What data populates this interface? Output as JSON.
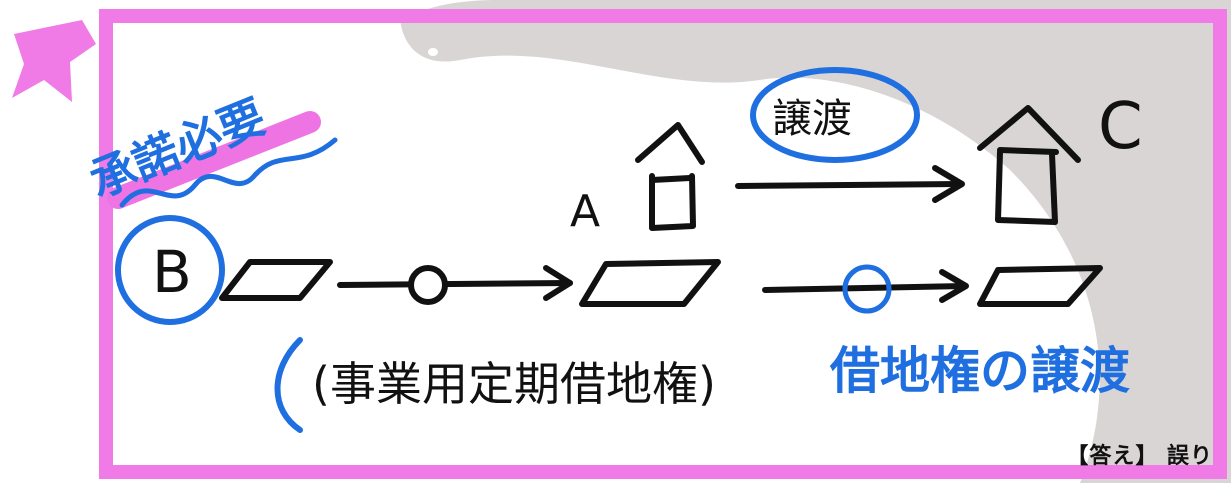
{
  "colors": {
    "frame": "#f07ae6",
    "frame_inner_highlight": "#e070e0",
    "ink": "#111111",
    "blue_ink": "#1f6fe0",
    "highlighter": "#ee74e4",
    "background_shape": "#d9d5d5"
  },
  "diagram": {
    "label_a": "A",
    "label_c": "C",
    "label_b": "B",
    "top_circled_label": "譲渡",
    "left_blue_title": "承諾必要",
    "bottom_left_label": "(事業用定期借地権)",
    "bottom_right_label": "借地権の譲渡",
    "icons": [
      "star-icon",
      "house-icon",
      "land-parcel-icon",
      "arrow-icon",
      "circle-mark-icon"
    ]
  },
  "answer_text": "【答え】 誤り"
}
